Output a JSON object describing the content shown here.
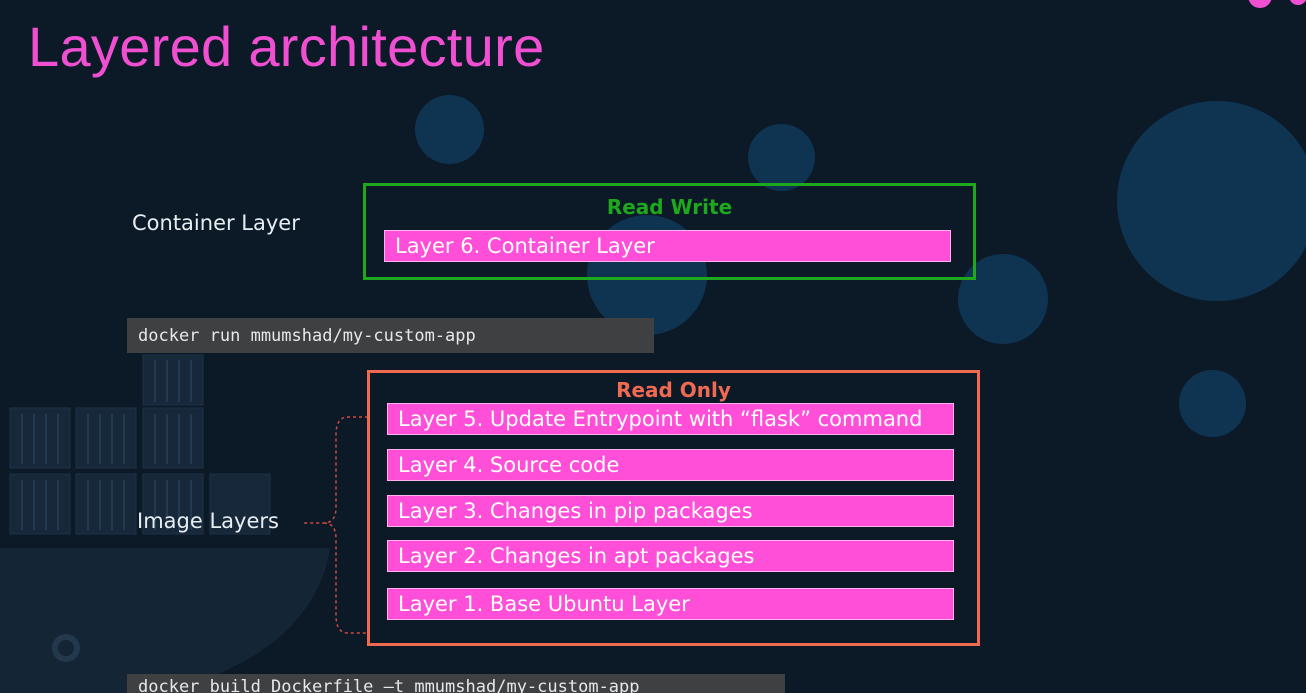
{
  "slide": {
    "title": "Layered architecture"
  },
  "labels": {
    "container_layer": "Container Layer",
    "image_layers": "Image Layers"
  },
  "read_write": {
    "heading": "Read Write",
    "heading_color": "#1ea81e",
    "layers": [
      "Layer 6. Container Layer"
    ]
  },
  "read_only": {
    "heading": "Read Only",
    "heading_color": "#f06a52",
    "layers": [
      "Layer 5. Update Entrypoint with “flask” command",
      "Layer 4. Source code",
      "Layer 3. Changes in pip packages",
      "Layer 2. Changes in apt packages",
      "Layer 1. Base Ubuntu Layer"
    ]
  },
  "commands": {
    "run": "docker run mmumshad/my-custom-app",
    "build": "docker build Dockerfile –t mmumshad/my-custom-app"
  },
  "colors": {
    "background": "#0c1a28",
    "title": "#f04fd1",
    "layer_bar": "#ff4fd8"
  }
}
